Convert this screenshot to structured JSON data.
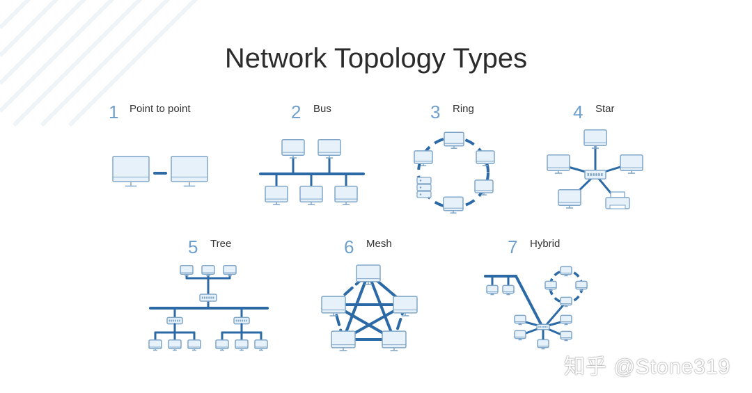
{
  "title": "Network Topology Types",
  "colors": {
    "line": "#2b6aa6",
    "fill": "#e7f1fa",
    "stroke": "#7fa6c8",
    "number": "#6fa0cc"
  },
  "topologies": [
    {
      "number": "1",
      "label": "Point to point"
    },
    {
      "number": "2",
      "label": "Bus"
    },
    {
      "number": "3",
      "label": "Ring"
    },
    {
      "number": "4",
      "label": "Star"
    },
    {
      "number": "5",
      "label": "Tree"
    },
    {
      "number": "6",
      "label": "Mesh"
    },
    {
      "number": "7",
      "label": "Hybrid"
    }
  ],
  "watermark": "知乎 @Stone319"
}
